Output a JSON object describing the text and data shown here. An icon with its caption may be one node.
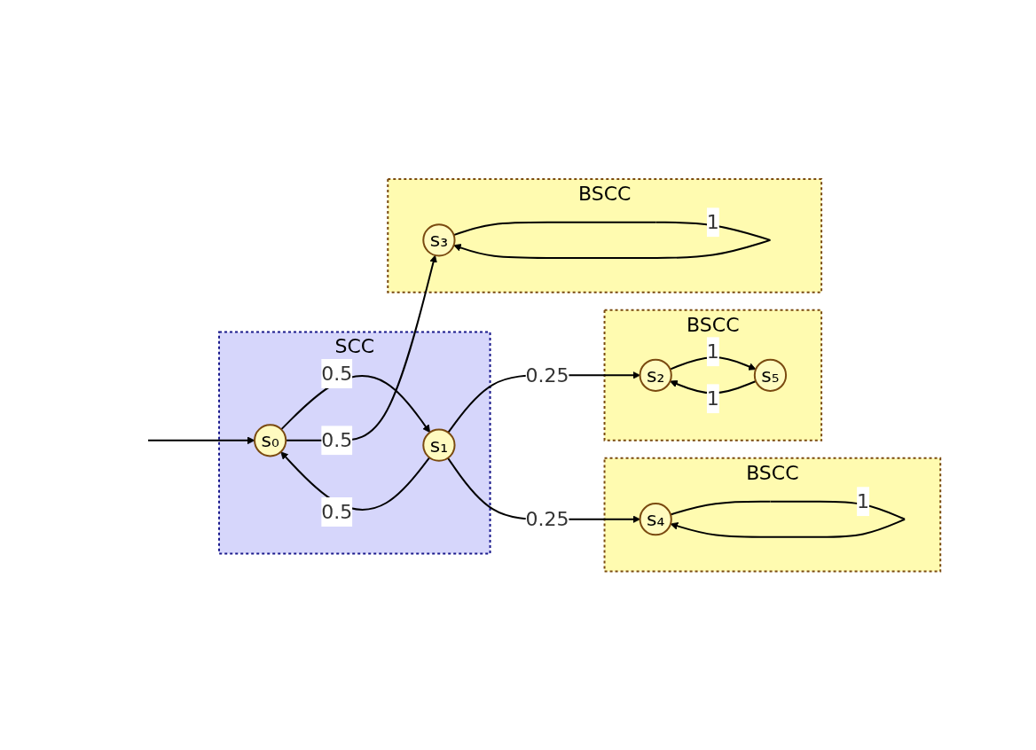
{
  "diagram": {
    "nodes": [
      {
        "text": [
          "SCC"
        ]
      },
      {
        "text": [
          "s₀"
        ],
        "in": 0
      },
      {
        "text": [
          "s₁"
        ],
        "in": 0
      },
      {
        "text": [
          "BSCC"
        ]
      },
      {
        "text": [
          "s₂"
        ],
        "in": 3
      },
      {
        "text": [
          "s₅"
        ],
        "in": 3
      },
      {
        "text": [
          "BSCC"
        ]
      },
      {
        "text": [
          "s₃"
        ],
        "in": 6
      },
      {
        "text": [
          "BSCC"
        ]
      },
      {
        "text": [
          "s₄"
        ],
        "in": 8
      }
    ],
    "edges": [
      {
        "from": null,
        "to": 1,
        "arrow": "to"
      },
      {
        "from": 1,
        "to": 2,
        "label": "0.5",
        "arrow": "to"
      },
      {
        "from": 2,
        "to": 1,
        "label": "0.5",
        "arrow": "to"
      },
      {
        "from": 2,
        "to": 4,
        "label": "0.25",
        "arrow": "to"
      },
      {
        "from": 1,
        "to": 7,
        "label": "0.5",
        "arrow": "to"
      },
      {
        "from": 2,
        "to": 9,
        "label": "0.25",
        "arrow": "to"
      },
      {
        "from": 4,
        "to": 5,
        "label": "1",
        "arrow": "to"
      },
      {
        "from": 5,
        "to": 4,
        "label": "1",
        "arrow": "to"
      },
      {
        "from": 7,
        "to": 7,
        "label": "1",
        "arrow": "to"
      },
      {
        "from": 9,
        "to": 9,
        "label": "1",
        "arrow": "to"
      }
    ]
  }
}
